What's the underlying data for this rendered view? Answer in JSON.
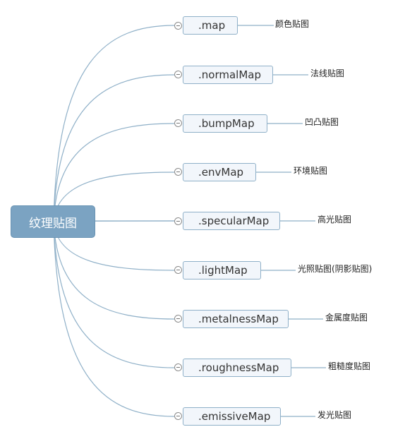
{
  "root": {
    "label": "纹理贴图"
  },
  "branches": [
    {
      "name": ".map",
      "desc": "颜色贴图"
    },
    {
      "name": ".normalMap",
      "desc": "法线贴图"
    },
    {
      "name": ".bumpMap",
      "desc": "凹凸贴图"
    },
    {
      "name": ".envMap",
      "desc": "环境贴图"
    },
    {
      "name": ".specularMap",
      "desc": "高光贴图"
    },
    {
      "name": ".lightMap",
      "desc": "光照贴图(阴影贴图)"
    },
    {
      "name": ".metalnessMap",
      "desc": "金属度贴图"
    },
    {
      "name": ".roughnessMap",
      "desc": "粗糙度贴图"
    },
    {
      "name": ".emissiveMap",
      "desc": "发光贴图"
    }
  ],
  "colors": {
    "root_fill": "#7ba3c2",
    "connector": "#8fb0c8",
    "node_fill": "#f2f6fb"
  }
}
